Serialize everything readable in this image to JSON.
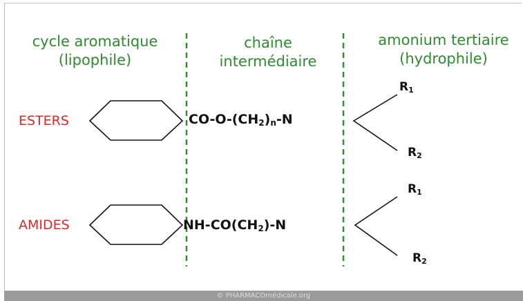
{
  "columns": {
    "aromatic": {
      "line1": "cycle aromatique",
      "line2": "(lipophile)"
    },
    "chain": {
      "line1": "chaîne",
      "line2": "intermédiaire"
    },
    "amine": {
      "line1": "amonium tertiaire",
      "line2": "(hydrophile)"
    }
  },
  "rows": [
    {
      "label": "ESTERS",
      "formula": {
        "pre": "CO-O-(CH",
        "sub": "2",
        "mid": ")",
        "sub2": "n",
        "post": "-N"
      },
      "r1": {
        "letter": "R",
        "sub": "1"
      },
      "r2": {
        "letter": "R",
        "sub": "2"
      }
    },
    {
      "label": "AMIDES",
      "formula": {
        "pre": "NH-CO(CH",
        "sub": "2",
        "post": ")-N"
      },
      "r1": {
        "letter": "R",
        "sub": "1"
      },
      "r2": {
        "letter": "R",
        "sub": "2"
      }
    }
  ],
  "footer": "© PHARMACOmédicale.org",
  "colors": {
    "header": "#2e8b2e",
    "label": "#d42a2a",
    "divider": "#2e8b2e",
    "text": "#111111"
  }
}
